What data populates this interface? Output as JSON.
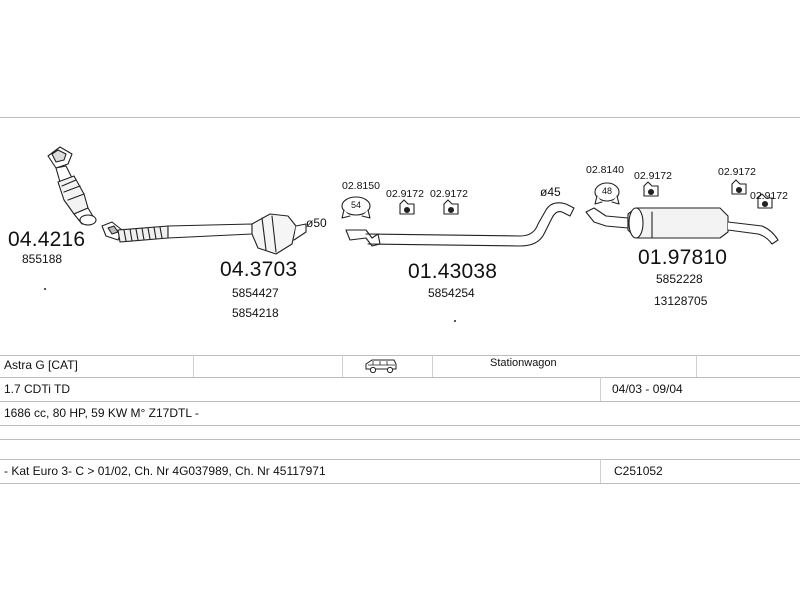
{
  "parts": {
    "catalyst_front": {
      "number": "04.4216",
      "refs": [
        "855188"
      ]
    },
    "front_pipe_cat": {
      "number": "04.3703",
      "refs": [
        "5854427",
        "5854218"
      ]
    },
    "middle_pipe": {
      "number": "01.43038",
      "refs": [
        "5854254"
      ]
    },
    "rear_silencer": {
      "number": "01.97810",
      "refs": [
        "5852228",
        "13128705"
      ]
    }
  },
  "diameters": {
    "d50": "ø50",
    "d45": "ø45"
  },
  "fittings": {
    "f28150": "02.8150",
    "f29172_a": "02.9172",
    "f29172_b": "02.9172",
    "f28140": "02.8140",
    "f29172_c": "02.9172",
    "f29172_d": "02.9172",
    "f29172_e": "02.9172",
    "ring_a": "54",
    "ring_b": "48"
  },
  "vehicle": {
    "model": "Astra G  [CAT]",
    "body_type": "Stationwagon",
    "body_icon": "estate-car-icon",
    "engine": "1.7 CDTi TD",
    "period": "04/03 - 09/04",
    "specs": "1686 cc, 80 HP, 59 KW M° Z17DTL -",
    "notes": "- Kat Euro 3- C > 01/02, Ch. Nr 4G037989, Ch. Nr 45117971",
    "code": "C251052"
  },
  "colors": {
    "line": "#222222",
    "rule": "#bdbdbd"
  }
}
